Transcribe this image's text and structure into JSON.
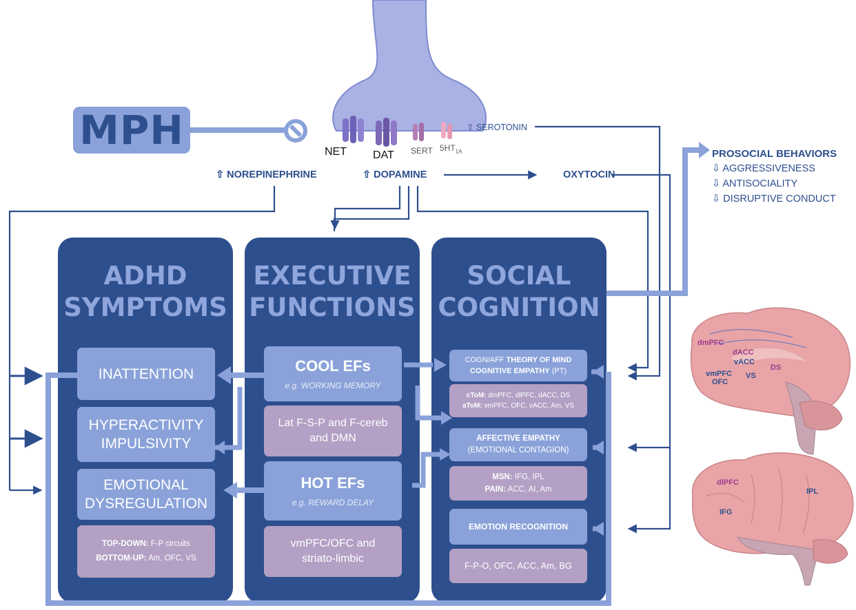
{
  "drug": {
    "label": "MPH"
  },
  "receptors": {
    "net": "NET",
    "dat": "DAT",
    "sert": "SERT",
    "ht_main": "5HT",
    "ht_sub": "1A"
  },
  "transmitters": {
    "norepinephrine": "⇧ NOREPINEPHRINE",
    "dopamine": "⇧ DOPAMINE",
    "oxytocin": "OXYTOCIN",
    "serotonin": "⇧ SEROTONIN"
  },
  "prosocial": {
    "title": "PROSOCIAL BEHAVIORS",
    "items": [
      "⇩ AGGRESSIVENESS",
      "⇩ ANTISOCIALITY",
      "⇩ DISRUPTIVE CONDUCT"
    ]
  },
  "adhd": {
    "title_lines": [
      "ADHD",
      "SYMPTOMS"
    ],
    "inattention": "INATTENTION",
    "hyperactivity": [
      "HYPERACTIVITY",
      "IMPULSIVITY"
    ],
    "emotional": [
      "EMOTIONAL",
      "DYSREGULATION"
    ],
    "circuits": {
      "td_label": "TOP-DOWN:",
      "td_value": "F-P circuits",
      "bu_label": "BOTTOM-UP:",
      "bu_value": "Am, OFC, VS"
    }
  },
  "executive": {
    "title_lines": [
      "EXECUTIVE",
      "FUNCTIONS"
    ],
    "cool": {
      "title": "COOL EFs",
      "example": "e.g. WORKING MEMORY"
    },
    "cool_regions": [
      "Lat F-S-P and F-cereb",
      "and DMN"
    ],
    "hot": {
      "title": "HOT EFs",
      "example": "e.g. REWARD DELAY"
    },
    "hot_regions": [
      "vmPFC/OFC and",
      "striato-limbic"
    ]
  },
  "social": {
    "title_lines": [
      "SOCIAL",
      "COGNITION"
    ],
    "tom": {
      "prefix": "COGN/AFF",
      "bold1": "THEORY OF MIND",
      "line2_bold": "COGNITIVE EMPATHY",
      "line2_rest": "(PT)"
    },
    "tom_regions": {
      "c_label": "cToM:",
      "c_value": "dmPFC, dlPFC, dACC, DS",
      "a_label": "aToM:",
      "a_value": "vmPFC, OFC, vACC, Am, VS"
    },
    "affective": {
      "title": "AFFECTIVE EMPATHY",
      "sub": "(EMOTIONAL CONTAGION)"
    },
    "affective_regions": {
      "msn_label": "MSN:",
      "msn_value": "IFG, IPL",
      "pain_label": "PAIN:",
      "pain_value": "ACC, AI, Am"
    },
    "recognition": {
      "title": "EMOTION RECOGNITION"
    },
    "recognition_regions": "F-P-O, OFC, ACC, Am, BG"
  },
  "brain_medial_labels": [
    "dmPFC",
    "dACC",
    "vACC",
    "DS",
    "vmPFC",
    "VS",
    "OFC"
  ],
  "brain_lateral_labels": [
    "dlPFC",
    "IPL",
    "IFG"
  ],
  "colors": {
    "dark_blue": "#2e4f8e",
    "mid_blue": "#8aa2d9",
    "title_blue": "#8fa6dd",
    "lilac": "#b3a0c4",
    "synapse": "#a9b2e3",
    "brain_pink": "#e8a4a6"
  }
}
